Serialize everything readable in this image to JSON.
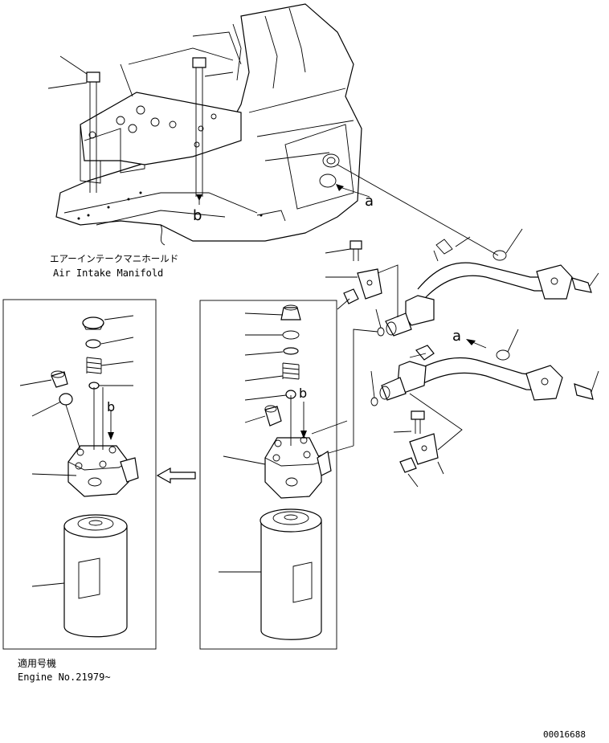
{
  "labels": {
    "manifold_jp": "エアーインテークマニホールド",
    "manifold_en": "Air Intake Manifold",
    "applicable_jp": "適用号機",
    "engine_no": "Engine No.21979~",
    "drawing_no": "00016688",
    "ref_a": "a",
    "ref_b": "b"
  }
}
